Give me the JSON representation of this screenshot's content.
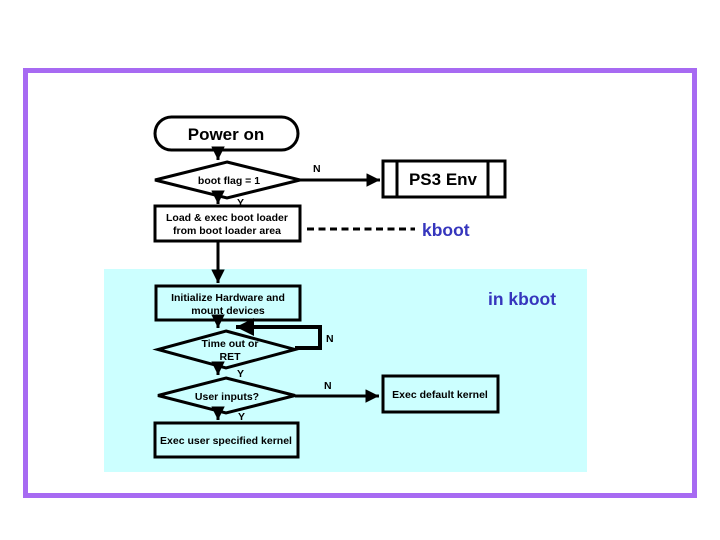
{
  "colors": {
    "border": "#a76af2",
    "region_fill": "#ccffff",
    "label_blue": "#3636bd",
    "line": "#000000"
  },
  "nodes": {
    "power_on": {
      "label": "Power on"
    },
    "boot_flag": {
      "label": "boot flag = 1"
    },
    "ps3_env": {
      "label": "PS3 Env"
    },
    "load_exec": {
      "line1": "Load & exec boot loader",
      "line2": "from boot loader area"
    },
    "init_hw": {
      "line1": "Initialize Hardware and",
      "line2": "mount devices"
    },
    "timeout": {
      "line1": "Time out or",
      "line2": "RET"
    },
    "user_inputs": {
      "label": "User inputs?"
    },
    "exec_default": {
      "label": "Exec default kernel"
    },
    "exec_user": {
      "label": "Exec user specified kernel"
    }
  },
  "edge_labels": {
    "boot_flag_no": "N",
    "boot_flag_yes": "Y",
    "timeout_no": "N",
    "timeout_yes": "Y",
    "user_inputs_no": "N",
    "user_inputs_yes": "Y"
  },
  "annotations": {
    "kboot": "kboot",
    "in_kboot": "in kboot"
  }
}
